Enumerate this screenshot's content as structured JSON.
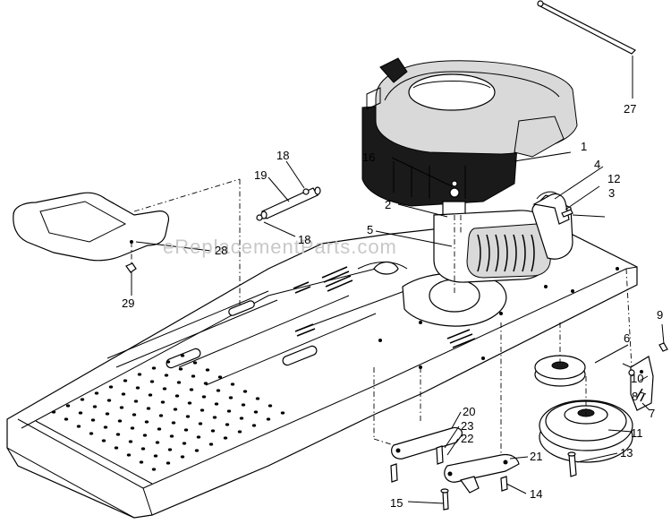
{
  "watermark": "eReplacementParts.com",
  "callouts": {
    "c1": "1",
    "c2": "2",
    "c3": "3",
    "c4": "4",
    "c5": "5",
    "c6": "6",
    "c7": "7",
    "c8": "8",
    "c9": "9",
    "c10": "10",
    "c11": "11",
    "c12": "12",
    "c13": "13",
    "c14": "14",
    "c15": "15",
    "c16": "16",
    "c18a": "18",
    "c18b": "18",
    "c19": "19",
    "c20": "20",
    "c21": "21",
    "c22": "22",
    "c23": "23",
    "c27": "27",
    "c28": "28",
    "c29": "29"
  }
}
